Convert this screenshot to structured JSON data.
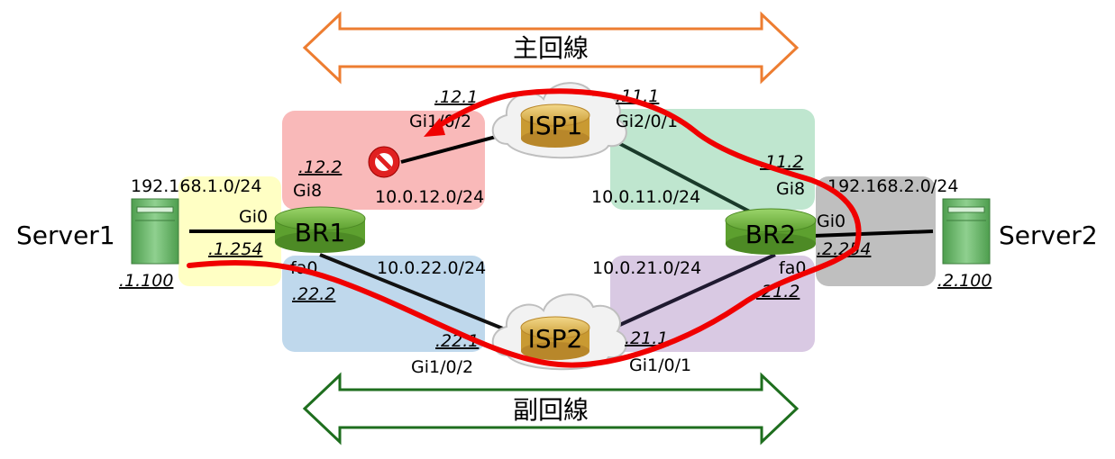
{
  "primary_line": {
    "label": "主回線",
    "color": "#ED7D31"
  },
  "backup_line": {
    "label": "副回線",
    "color": "#1E6E1E"
  },
  "routers": {
    "br1": "BR1",
    "br2": "BR2",
    "isp1": "ISP1",
    "isp2": "ISP2"
  },
  "servers": {
    "server1": {
      "name": "Server1",
      "addr": ".1.100"
    },
    "server2": {
      "name": "Server2",
      "addr": ".2.100"
    }
  },
  "networks": {
    "lan1": "192.168.1.0/24",
    "lan2": "192.168.2.0/24",
    "n12": "10.0.12.0/24",
    "n11": "10.0.11.0/24",
    "n22": "10.0.22.0/24",
    "n21": "10.0.21.0/24"
  },
  "addresses": {
    "isp1_br1": ".12.1",
    "br1_isp1": ".12.2",
    "isp1_br2": ".11.1",
    "br2_isp1": ".11.2",
    "br1_lan": ".1.254",
    "br2_lan": ".2.254",
    "br1_isp2": ".22.2",
    "isp2_br1": ".22.1",
    "isp2_br2": ".21.1",
    "br2_isp2": ".21.2"
  },
  "interfaces": {
    "isp1_gi102": "Gi1/0/2",
    "isp1_gi201": "Gi2/0/1",
    "br1_gi8": "Gi8",
    "br1_gi0": "Gi0",
    "br1_fa0": "fa0",
    "br2_gi8": "Gi8",
    "br2_gi0": "Gi0",
    "br2_fa0": "fa0",
    "isp2_gi102": "Gi1/0/2",
    "isp2_gi101": "Gi1/0/1"
  },
  "colors": {
    "zone_red": "#F9B9B9",
    "zone_green": "#BFE6CF",
    "zone_yellow": "#FFFFC4",
    "zone_blue": "#BFD8EC",
    "zone_purple": "#D9C9E3",
    "zone_gray": "#BFBFBF",
    "router": "#6FB23F",
    "isp": "#E0B85A",
    "path": "#F00000"
  },
  "icons": [
    "router-icon",
    "cloud-icon",
    "server-icon",
    "blocked-icon",
    "double-arrow-icon"
  ]
}
